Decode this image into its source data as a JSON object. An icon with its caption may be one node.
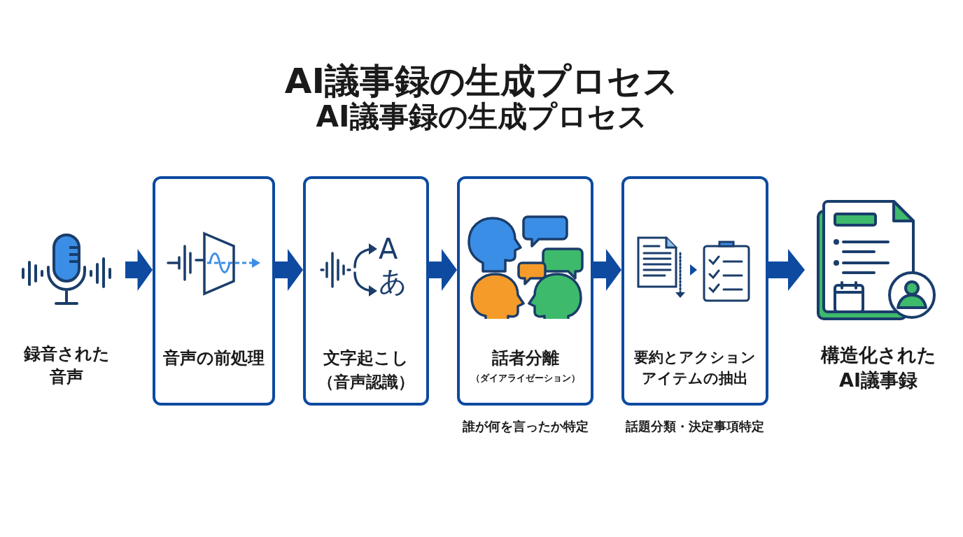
{
  "diagram": {
    "title": "AI議事録の生成プロセス",
    "nodes": [
      {
        "text": [
          "録音された音声"
        ]
      },
      {
        "text": [
          "音声の前処理"
        ]
      },
      {
        "text": [
          "文字起こし",
          "（音声認識）"
        ]
      },
      {
        "text": [
          "話者分離",
          "（ダイアライゼーション）"
        ],
        "beside": [
          "誰が何を言ったか特定"
        ]
      },
      {
        "text": [
          "要約とアクションアイテムの抽出"
        ],
        "beside": [
          "話題分類・決定事項特定"
        ]
      },
      {
        "text": [
          "構造化されたAI議事録"
        ]
      }
    ],
    "edges": [
      {
        "from": 0,
        "to": 1,
        "arrow": "to"
      },
      {
        "from": 1,
        "to": 2,
        "arrow": "to"
      },
      {
        "from": 2,
        "to": 3,
        "arrow": "to"
      },
      {
        "from": 3,
        "to": 4,
        "arrow": "to"
      },
      {
        "from": 4,
        "to": 5,
        "arrow": "to"
      }
    ],
    "labels": [
      "AI議事録の生成プロセス",
      "A",
      "あ"
    ]
  }
}
